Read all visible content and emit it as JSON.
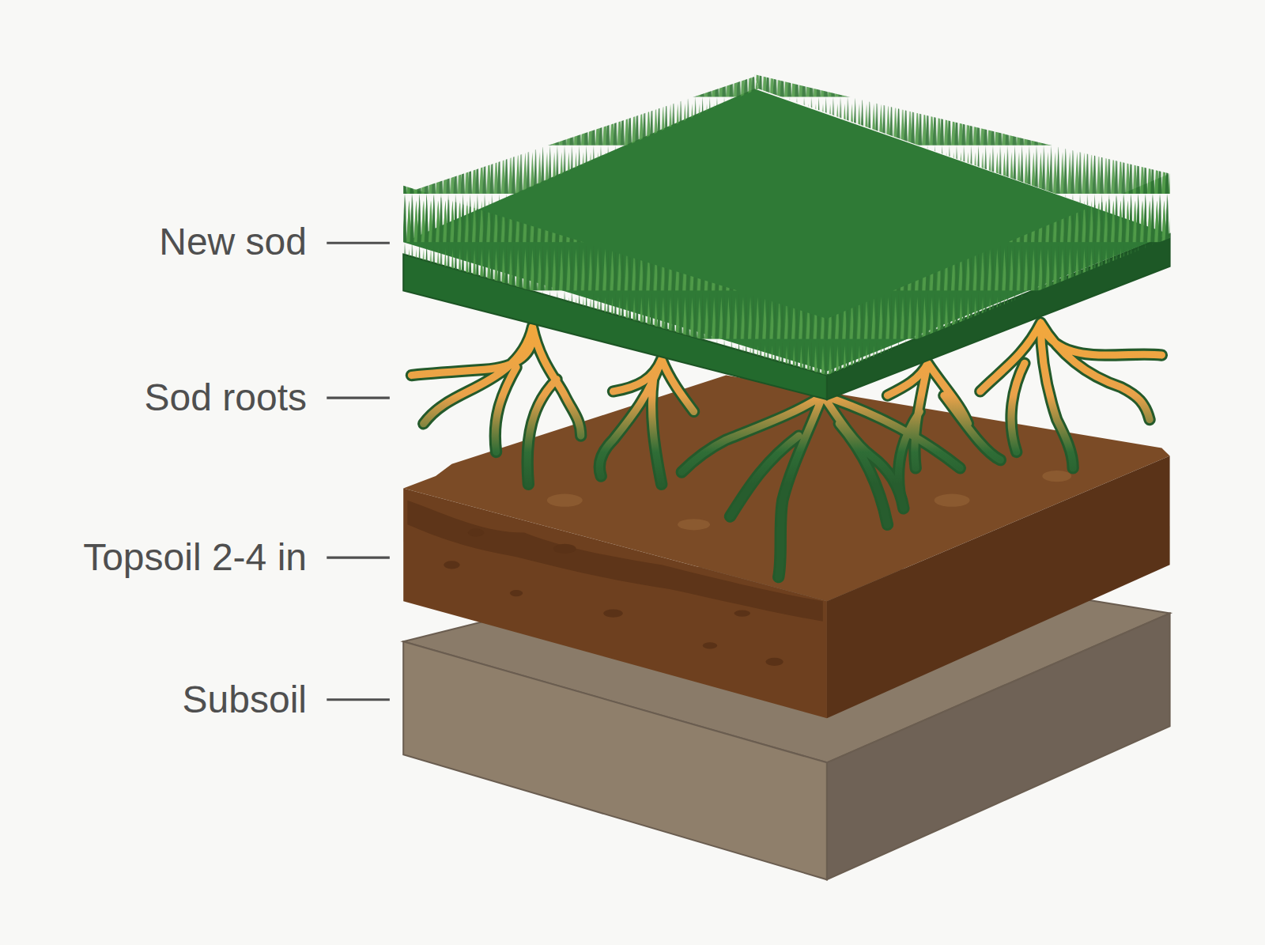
{
  "diagram": {
    "labels": [
      "New sod",
      "Sod roots",
      "Topsoil 2-4 in",
      "Subsoil"
    ]
  }
}
